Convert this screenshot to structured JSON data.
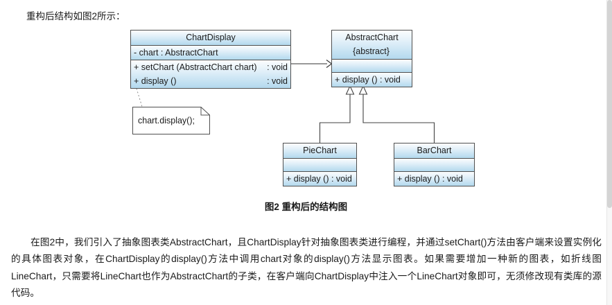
{
  "intro": {
    "text": "重构后结构如图2所示："
  },
  "diagram": {
    "classes": [
      {
        "id": "chartdisplay",
        "name": "ChartDisplay",
        "stereotype": "",
        "attributes": [
          "- chart : AbstractChart"
        ],
        "methods": [
          {
            "signature": "+ setChart (AbstractChart chart)",
            "returns": ": void"
          },
          {
            "signature": "+ display ()",
            "returns": ": void"
          }
        ]
      },
      {
        "id": "abstractchart",
        "name": "AbstractChart",
        "stereotype": "{abstract}",
        "attributes": [],
        "methods": [
          {
            "signature": "+ display () : void",
            "returns": ""
          }
        ]
      },
      {
        "id": "piechart",
        "name": "PieChart",
        "stereotype": "",
        "attributes": [],
        "methods": [
          {
            "signature": "+ display () : void",
            "returns": ""
          }
        ]
      },
      {
        "id": "barchart",
        "name": "BarChart",
        "stereotype": "",
        "attributes": [],
        "methods": [
          {
            "signature": "+ display () : void",
            "returns": ""
          }
        ]
      }
    ],
    "note": {
      "text": "chart.display();"
    },
    "relationships": [
      {
        "type": "association",
        "from": "ChartDisplay",
        "to": "AbstractChart",
        "arrow": "open-arrow"
      },
      {
        "type": "generalization",
        "from": "PieChart",
        "to": "AbstractChart",
        "arrow": "hollow-triangle"
      },
      {
        "type": "generalization",
        "from": "BarChart",
        "to": "AbstractChart",
        "arrow": "hollow-triangle"
      },
      {
        "type": "note-anchor",
        "from": "note",
        "to": "ChartDisplay.display()",
        "arrow": "dashed"
      }
    ],
    "colors": {
      "class_fill_top": "#fbfdfe",
      "class_fill_bottom": "#b3d9ee",
      "border": "#4f4f4f",
      "line": "#404040",
      "note_fill": "#ffffff"
    }
  },
  "caption": {
    "text": "图2 重构后的结构图"
  },
  "body": {
    "paragraph": "在图2中，我们引入了抽象图表类AbstractChart，且ChartDisplay针对抽象图表类进行编程，并通过setChart()方法由客户端来设置实例化的具体图表对象，在ChartDisplay的display()方法中调用chart对象的display()方法显示图表。如果需要增加一种新的图表，如折线图LineChart，只需要将LineChart也作为AbstractChart的子类，在客户端向ChartDisplay中注入一个LineChart对象即可，无须修改现有类库的源代码。"
  }
}
